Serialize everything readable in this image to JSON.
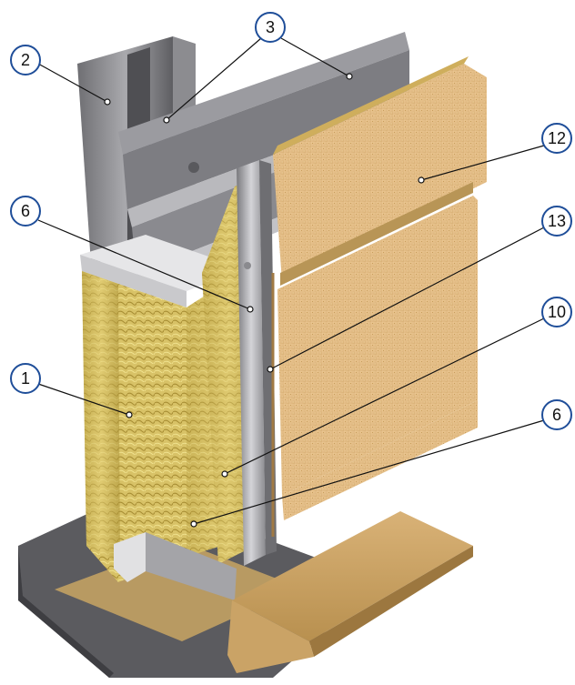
{
  "callouts": [
    {
      "id": "c1",
      "label": "1"
    },
    {
      "id": "c2",
      "label": "2"
    },
    {
      "id": "c3",
      "label": "3"
    },
    {
      "id": "c6a",
      "label": "6"
    },
    {
      "id": "c6b",
      "label": "6"
    },
    {
      "id": "c10",
      "label": "10"
    },
    {
      "id": "c12",
      "label": "12"
    },
    {
      "id": "c13",
      "label": "13"
    }
  ]
}
